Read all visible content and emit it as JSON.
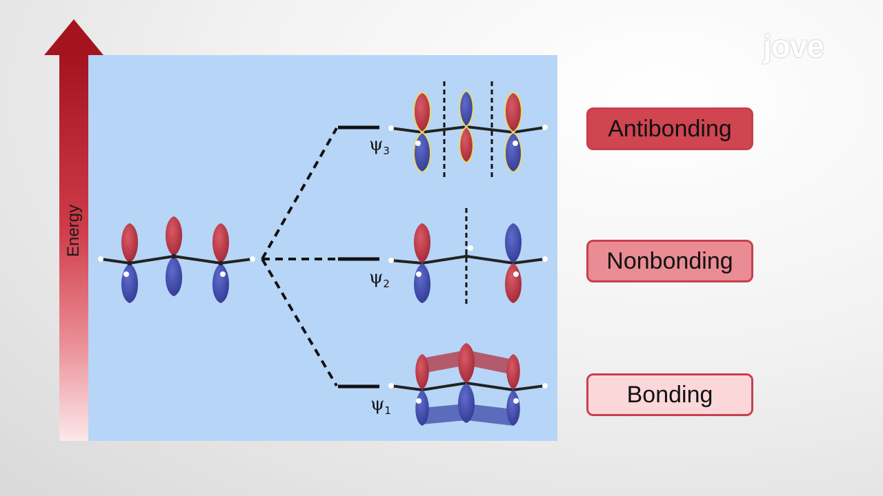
{
  "axis": {
    "label": "Energy"
  },
  "levels": [
    {
      "id": "psi3",
      "symbol": "ψ",
      "subscript": "3",
      "category": "Antibonding"
    },
    {
      "id": "psi2",
      "symbol": "ψ",
      "subscript": "2",
      "category": "Nonbonding"
    },
    {
      "id": "psi1",
      "symbol": "ψ",
      "subscript": "1",
      "category": "Bonding"
    }
  ],
  "logo": {
    "text": "jove"
  },
  "colors": {
    "panel": "#b7d5f6",
    "arrow_dark": "#a3141f",
    "lobe_red": "#b3303f",
    "lobe_blue": "#3d48a8",
    "antibonding": "#d04550",
    "nonbonding": "#ea8c93",
    "bonding": "#fbd7da"
  }
}
